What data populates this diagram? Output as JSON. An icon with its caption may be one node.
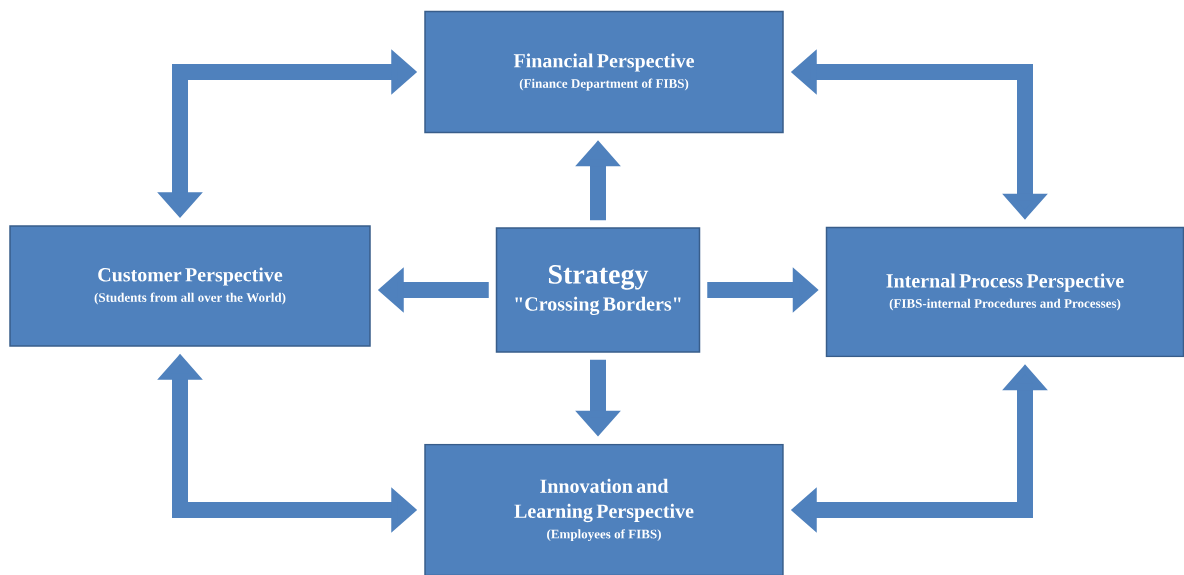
{
  "diagram": {
    "nodes": [
      {
        "text": [
          "Financial Perspective",
          "(Finance Department of FIBS)"
        ]
      },
      {
        "text": [
          "Customer Perspective",
          "(Students from all over the World)"
        ]
      },
      {
        "text": [
          "Strategy",
          "\"Crossing Borders\""
        ]
      },
      {
        "text": [
          "Internal Process Perspective",
          "(FIBS-internal Procedures and Processes)"
        ]
      },
      {
        "text": [
          "Innovation and Learning Perspective",
          "(Employees of FIBS)"
        ]
      }
    ],
    "edges": [
      {
        "from": 2,
        "to": 0,
        "arrow": "to"
      },
      {
        "from": 2,
        "to": 1,
        "arrow": "to"
      },
      {
        "from": 2,
        "to": 3,
        "arrow": "to"
      },
      {
        "from": 2,
        "to": 4,
        "arrow": "to"
      },
      {
        "from": 1,
        "to": 0,
        "arrow": "both"
      },
      {
        "from": 0,
        "to": 3,
        "arrow": "both"
      },
      {
        "from": 1,
        "to": 4,
        "arrow": "both"
      },
      {
        "from": 3,
        "to": 4,
        "arrow": "both"
      }
    ]
  }
}
